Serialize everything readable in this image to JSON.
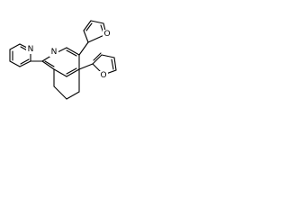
{
  "molecule": {
    "atoms": [
      {
        "label": "N"
      },
      {
        "label": "N"
      },
      {
        "label": "O"
      },
      {
        "label": "O"
      }
    ]
  },
  "colors": {
    "bond": "#000000",
    "background": "#ffffff"
  }
}
